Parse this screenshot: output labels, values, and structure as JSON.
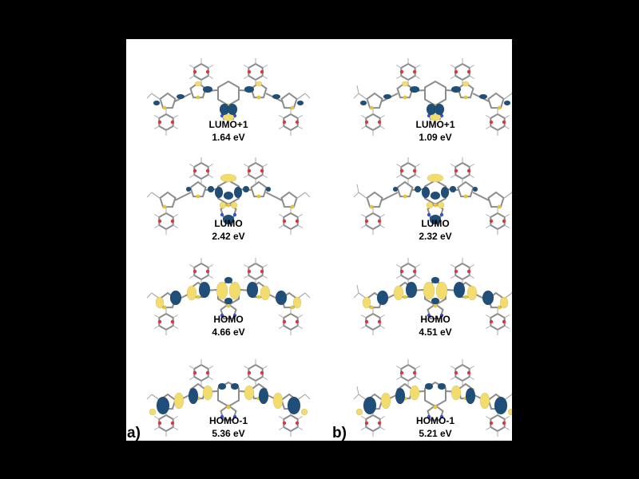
{
  "figure": {
    "panels": [
      {
        "label": "a)",
        "orbitals": [
          {
            "name": "LUMO+1",
            "energy": "1.64 eV",
            "pattern": "lumo1"
          },
          {
            "name": "LUMO",
            "energy": "2.42 eV",
            "pattern": "lumo"
          },
          {
            "name": "HOMO",
            "energy": "4.66 eV",
            "pattern": "homo"
          },
          {
            "name": "HOMO-1",
            "energy": "5.36 eV",
            "pattern": "homo1"
          }
        ]
      },
      {
        "label": "b)",
        "orbitals": [
          {
            "name": "LUMO+1",
            "energy": "1.09 eV",
            "pattern": "lumo1"
          },
          {
            "name": "LUMO",
            "energy": "2.32 eV",
            "pattern": "lumo"
          },
          {
            "name": "HOMO",
            "energy": "4.51 eV",
            "pattern": "homo"
          },
          {
            "name": "HOMO-1",
            "energy": "5.21 eV",
            "pattern": "homo1"
          }
        ]
      }
    ]
  },
  "colors": {
    "background": "#000000",
    "panel": "#ffffff",
    "lobe_positive": "#1f4e79",
    "lobe_negative": "#f2dc6b",
    "bond": "#8c8c8c",
    "oxygen": "#d63a3a",
    "sulfur": "#e3c63d",
    "nitrogen": "#3a4fd6",
    "text": "#000000"
  }
}
